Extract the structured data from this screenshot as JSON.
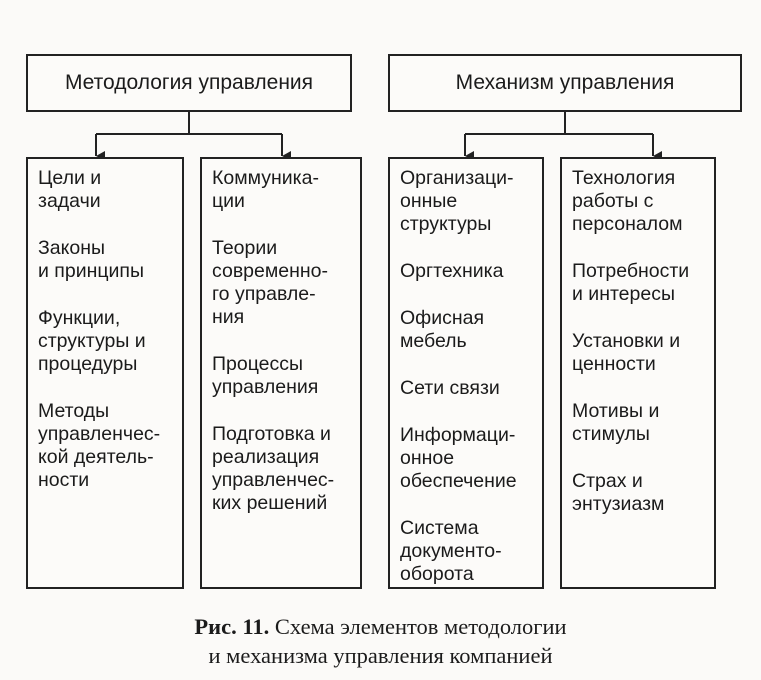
{
  "header_left": "Методология управления",
  "header_right": "Механизм управления",
  "columns": [
    {
      "items": [
        [
          "Цели и",
          "задачи"
        ],
        [
          "Законы",
          "и принципы"
        ],
        [
          "Функции,",
          "структуры и",
          "процедуры"
        ],
        [
          "Методы",
          "управленчес-",
          "кой деятель-",
          "ности"
        ]
      ]
    },
    {
      "items": [
        [
          "Коммуника-",
          "ции"
        ],
        [
          "Теории",
          "современно-",
          "го управле-",
          "ния"
        ],
        [
          "Процессы",
          "управления"
        ],
        [
          "Подготовка и",
          "реализация",
          "управленчес-",
          "ких решений"
        ]
      ]
    },
    {
      "items": [
        [
          "Организаци-",
          "онные",
          "структуры"
        ],
        [
          "Оргтехника"
        ],
        [
          "Офисная",
          "мебель"
        ],
        [
          "Сети связи"
        ],
        [
          "Информаци-",
          "онное",
          "обеспечение"
        ],
        [
          "Система",
          "документо-",
          "оборота"
        ]
      ]
    },
    {
      "items": [
        [
          "Технология",
          "работы с",
          "персоналом"
        ],
        [
          "Потребности",
          "и интересы"
        ],
        [
          "Установки и",
          "ценности"
        ],
        [
          "Мотивы и",
          "стимулы"
        ],
        [
          "Страх и",
          "энтузиазм"
        ]
      ]
    }
  ],
  "caption": {
    "label": "Рис. 11.",
    "line1": " Схема элементов методологии",
    "line2": "и механизма управления компанией"
  }
}
